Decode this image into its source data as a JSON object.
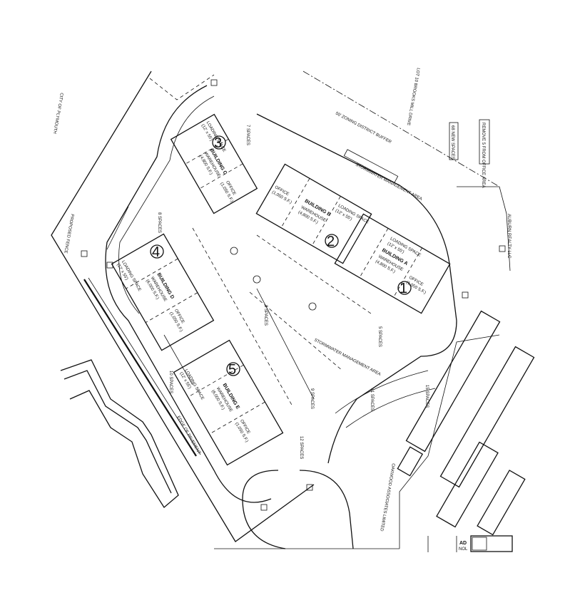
{
  "buildings": [
    {
      "id": "a",
      "number": "1",
      "name": "BUILDING A",
      "use": "WAREHOUSE",
      "area": "(4,800 S.F.)",
      "office_label": "OFFICE",
      "office_area": "(1,050 S.F.)",
      "loading_label": "LOADING SPACE",
      "loading_size": "(12' x 55')"
    },
    {
      "id": "b",
      "number": "2",
      "name": "BUILDING B",
      "use": "WAREHOUSE",
      "area": "(4,800 S.F.)",
      "office_label": "OFFICE",
      "office_area": "(1,050 S.F.)",
      "loading_label": "LOADING SPACE",
      "loading_size": "(12' x 55')"
    },
    {
      "id": "c",
      "number": "3",
      "name": "BUILDING C",
      "use": "WAREHOUSE",
      "area": "(4,800 S.F.)",
      "office_label": "OFFICE",
      "office_area": "(1,050 S.F.)",
      "loading_label": "LOADING SPACE",
      "loading_size": "(12' x 55')"
    },
    {
      "id": "d",
      "number": "4",
      "name": "BUILDING D",
      "use": "WAREHOUSE",
      "area": "(6,000 S.F.)",
      "office_label": "OFFICE",
      "office_area": "(1,050 S.F.)",
      "loading_label": "LOADING SPACE",
      "loading_size": "(12' x 55')"
    },
    {
      "id": "e",
      "number": "5",
      "name": "BUILDING E",
      "use": "WAREHOUSE",
      "area": "(6,000 S.F.)",
      "office_label": "OFFICE",
      "office_area": "(1,050 S.F.)",
      "loading_label": "LOADING SPACE",
      "loading_size": "(12' x 55')"
    }
  ],
  "labels": {
    "zoning_buffer": "50' ZONING DISTRICT BUFFER",
    "stormwater_1": "STORMWATER MANAGEMENT AREA",
    "stormwater_2": "STORMWATER MANAGEMENT AREA",
    "remove_spaces": "REMOVE 5 FROM OFFICE AREA",
    "new_spaces": "68 NEW SPACES",
    "setback": "EDGE OF PAVEMENT",
    "spaces_8a": "8 SPACES",
    "spaces_8b": "8 SPACES",
    "spaces_5": "5 SPACES",
    "spaces_10": "10 SPACES",
    "spaces_15": "15 SPACES",
    "spaces_9": "9 SPACES",
    "spaces_11": "11 SPACES",
    "spaces_12": "12 SPACES",
    "spaces_7": "7 SPACES",
    "owner_right": "AUBURN REALTY LLC",
    "owner_bottom": "OAKWOOD ASSOCIATES LIMITED",
    "notes_top": "LOT 10 BROOKS MILL DRIVE",
    "neighbor_left": "CITY OF PLYMOUTH",
    "fence_note": "PROPOSED FENCE",
    "title_block_a": "AD",
    "title_block_b": "NOL"
  },
  "colors": {
    "line": "#111111",
    "paper": "#ffffff"
  }
}
